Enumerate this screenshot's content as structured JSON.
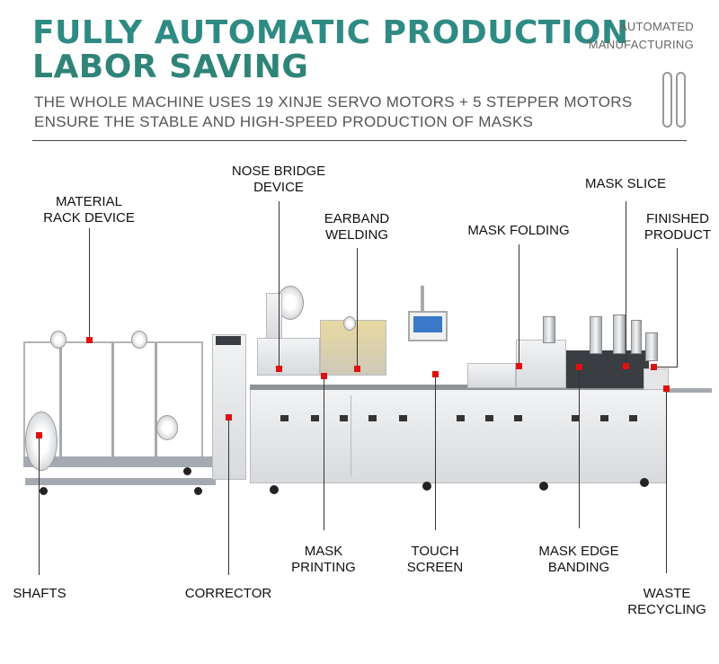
{
  "header": {
    "title_line1": "FULLY AUTOMATIC PRODUCTION",
    "title_line2": "LABOR SAVING",
    "subtitle_line1": "THE WHOLE MACHINE USES 19 XINJE SERVO MOTORS + 5 STEPPER MOTORS",
    "subtitle_line2": "ENSURE THE STABLE AND HIGH-SPEED PRODUCTION OF MASKS",
    "tag": "AUTOMATED\nMANUFACTURING"
  },
  "labels": {
    "material_rack": "MATERIAL\nRACK DEVICE",
    "nose_bridge": "NOSE BRIDGE\nDEVICE",
    "earband": "EARBAND\nWELDING",
    "mask_folding": "MASK FOLDING",
    "mask_slice": "MASK SLICE",
    "finished": "FINISHED\nPRODUCT",
    "shafts": "SHAFTS",
    "corrector": "CORRECTOR",
    "mask_printing": "MASK\nPRINTING",
    "touch_screen": "TOUCH\nSCREEN",
    "mask_edge": "MASK EDGE\nBANDING",
    "waste": "WASTE\nRECYCLING"
  },
  "colors": {
    "title": "#2e8b83",
    "marker": "#e01010",
    "line": "#333333"
  }
}
